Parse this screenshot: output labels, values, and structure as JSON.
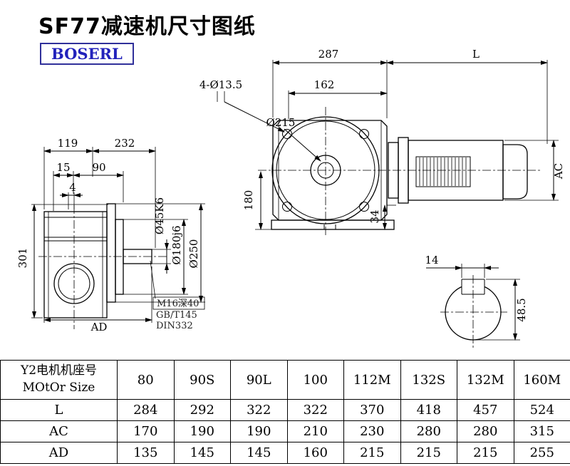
{
  "page_title": "SF77减速机尺寸图纸",
  "brand": {
    "name": "BOSERL",
    "color": "#2222bb"
  },
  "drawing": {
    "front_view": {
      "dim_287": "287",
      "dim_L": "L",
      "dim_holes": "4-Ø13.5",
      "dim_162": "162",
      "dim_flange_dia": "Ø215",
      "dim_180": "180",
      "dim_34": "34",
      "dim_AC": "AC"
    },
    "side_view": {
      "dim_119": "119",
      "dim_232": "232",
      "dim_15": "15",
      "dim_90": "90",
      "dim_4": "4",
      "dim_301": "301",
      "dim_AD": "AD",
      "dim_shaft_dia": "Ø45K6",
      "dim_spigot_dia": "Ø180j6",
      "dim_flange_od": "Ø250",
      "note_thread": "M16深40",
      "note_std1": "GB/T145",
      "note_std2": "DIN332"
    },
    "shaft_section": {
      "dim_key_width": "14",
      "dim_height": "48.5"
    }
  },
  "table": {
    "header": {
      "label_cn": "Y2电机机座号",
      "label_en": "MOtOr Size",
      "sizes": [
        "80",
        "90S",
        "90L",
        "100",
        "112M",
        "132S",
        "132M",
        "160M"
      ]
    },
    "rows": [
      {
        "label": "L",
        "values": [
          "284",
          "292",
          "322",
          "322",
          "370",
          "418",
          "457",
          "524"
        ]
      },
      {
        "label": "AC",
        "values": [
          "170",
          "190",
          "190",
          "210",
          "230",
          "280",
          "280",
          "315"
        ]
      },
      {
        "label": "AD",
        "values": [
          "135",
          "145",
          "145",
          "160",
          "215",
          "215",
          "215",
          "255"
        ]
      }
    ]
  }
}
